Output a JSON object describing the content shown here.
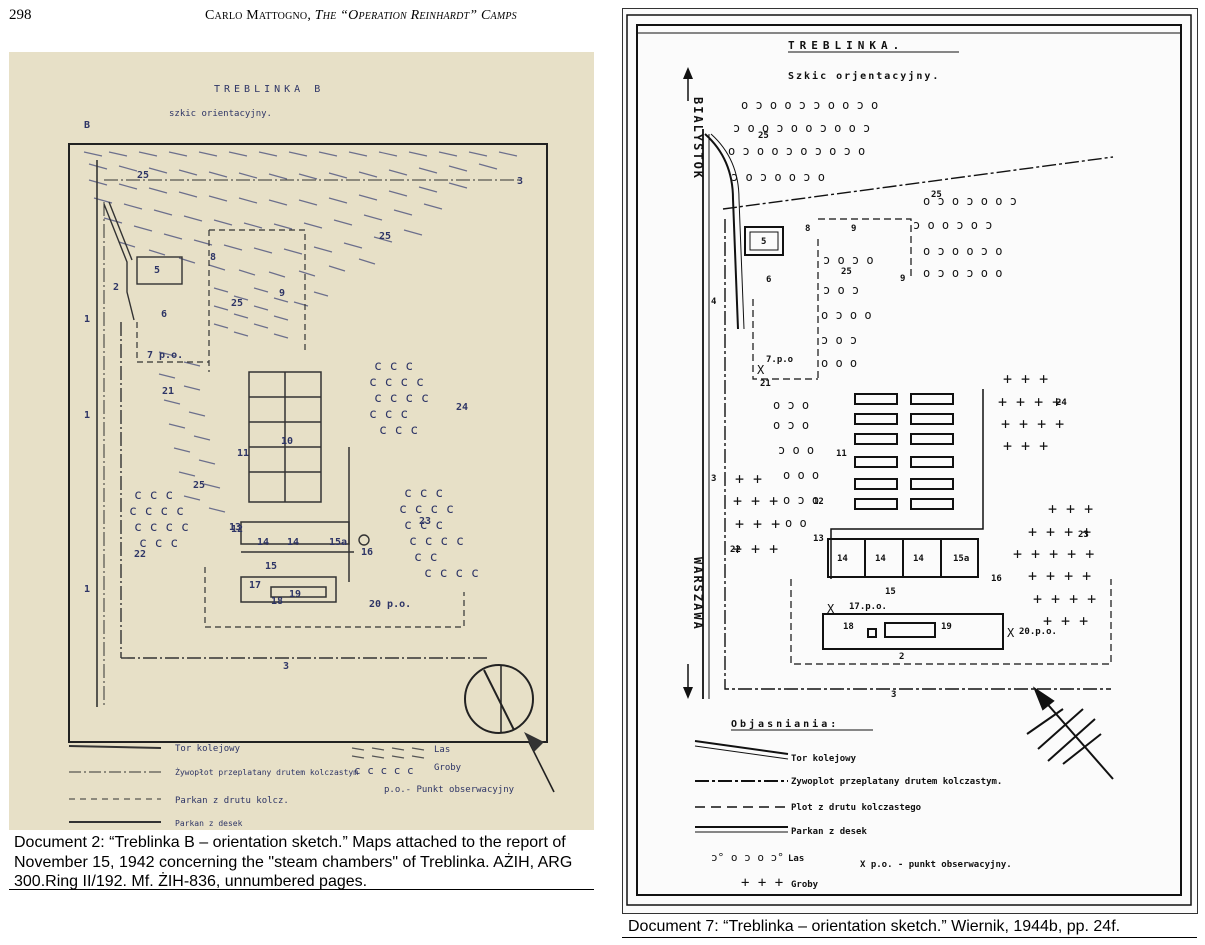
{
  "page": {
    "number": "298",
    "running_head_author": "Carlo Mattogno, ",
    "running_head_title": "The “Operation Reinhardt” Camps"
  },
  "doc2": {
    "title": "TREBLINKA B",
    "subtitle": "szkic orientacyjny.",
    "legend": {
      "rail": "Tor kolejowy",
      "fence_woven": "Żywopłot przeplatany drutem kolczastym",
      "fence_barbed": "Parkan z drutu kolcz.",
      "fence_boards": "Parkan z desek",
      "forest": "Las",
      "graves": "Groby",
      "observation": "p.o.- Punkt obserwacyjny"
    },
    "labels": [
      "25",
      "25",
      "25",
      "25",
      "23",
      "24",
      "22",
      "21",
      "5",
      "6",
      "9",
      "10",
      "11",
      "12",
      "13",
      "14",
      "14",
      "15",
      "15a",
      "16",
      "17",
      "18",
      "19",
      "20 p.o.",
      "7 p.o.",
      "8",
      "B",
      "3",
      "1",
      "1",
      "1",
      "2",
      "3"
    ]
  },
  "doc2_caption": "Document 2: “Treblinka B – orientation sketch.” Maps attached to the report of November 15, 1942 concerning the \"steam chambers\" of Treblinka. AŻIH, ARG 300.Ring II/192. Mf. ŻIH-836, unnumbered pages.",
  "doc7": {
    "title": "TREBLINKA.",
    "subtitle": "Szkic orjentacyjny.",
    "city_north": "BIALYSTOK",
    "city_south": "WARSZAWA",
    "legend_title": "Objasniania:",
    "legend": {
      "rail": "Tor kolejowy",
      "fence_woven": "Zywoplot przeplatany drutem kolczastym.",
      "fence_barbed": "Plot z drutu kolczastego",
      "fence_boards": "Parkan z desek",
      "forest": "Las",
      "observation": "X p.o. - punkt obserwacyjny.",
      "graves": "Groby"
    },
    "labels": {
      "n25a": "25",
      "n25b": "25",
      "n25c": "25",
      "n5": "5",
      "n6": "6",
      "n8": "8",
      "n9": "9",
      "n9b": "9",
      "n4": "4",
      "n3": "3",
      "n3b": "3",
      "n21": "21",
      "n7": "7.p.o",
      "n24": "24",
      "n11": "11",
      "n12": "12",
      "n13": "13",
      "n22": "22",
      "n23": "23",
      "n14a": "14",
      "n14b": "14",
      "n14c": "14",
      "n15a": "15a",
      "n15": "15",
      "n16": "16",
      "n17": "17.p.o.",
      "n18": "18",
      "n19": "19",
      "n20": "20.p.o.",
      "n2": "2"
    }
  },
  "doc7_caption": "Document 7: “Treblinka – orientation sketch.” Wiernik, 1944b, pp. 24f."
}
